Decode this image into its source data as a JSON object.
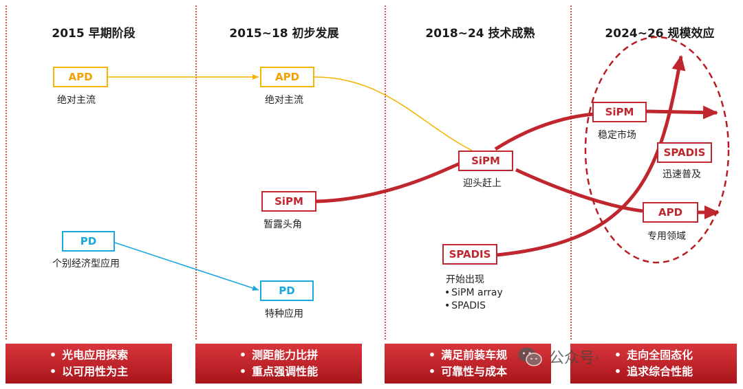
{
  "phases": [
    {
      "title": "2015 早期阶段",
      "banner": [
        "光电应用探索",
        "以可用性为主"
      ]
    },
    {
      "title": "2015~18 初步发展",
      "banner": [
        "测距能力比拼",
        "重点强调性能"
      ]
    },
    {
      "title": "2018~24 技术成熟",
      "banner": [
        "满足前装车规",
        "可靠性与成本"
      ]
    },
    {
      "title": "2024~26 规模效应",
      "banner": [
        "走向全固态化",
        "追求综合性能"
      ]
    }
  ],
  "nodes": {
    "apd_2015": {
      "label": "APD",
      "caption": "绝对主流"
    },
    "pd_2015": {
      "label": "PD",
      "caption": "个别经济型应用"
    },
    "apd_2018": {
      "label": "APD",
      "caption": "绝对主流"
    },
    "sipm_2018": {
      "label": "SiPM",
      "caption": "暂露头角"
    },
    "pd_2018": {
      "label": "PD",
      "caption": "特种应用"
    },
    "sipm_2024": {
      "label": "SiPM",
      "caption": "迎头赶上"
    },
    "spadis_2024": {
      "label": "SPADIS",
      "caption": "开始出现",
      "bullets": [
        "SiPM array",
        "SPADIS"
      ]
    },
    "sipm_2026": {
      "label": "SiPM",
      "caption": "稳定市场"
    },
    "spadis_2026": {
      "label": "SPADIS",
      "caption": "迅速普及"
    },
    "apd_2026": {
      "label": "APD",
      "caption": "专用领域"
    }
  },
  "watermark": "公众号·",
  "colors": {
    "apd": "#f5b400",
    "pd": "#1aa7dd",
    "red": "#c0262d"
  }
}
